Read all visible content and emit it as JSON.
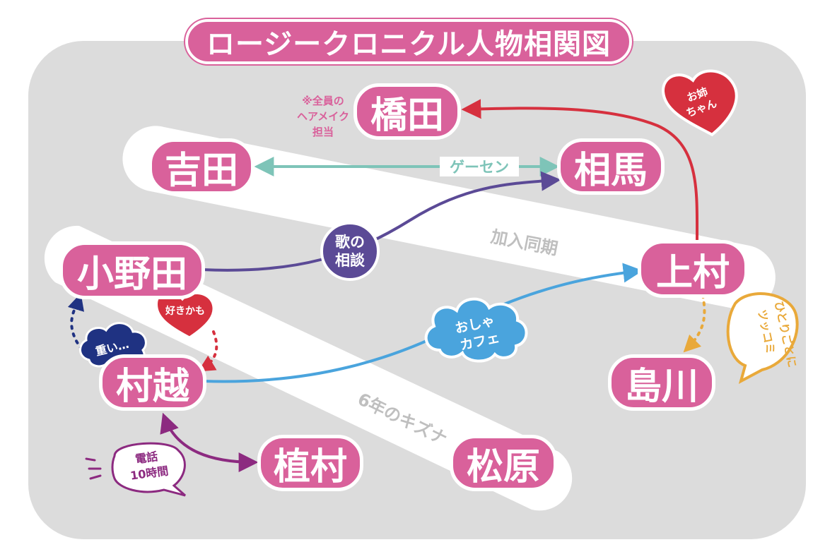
{
  "title": "ロージークロニクル人物相関図",
  "colors": {
    "pink": "#d9619b",
    "teal": "#7ec4b8",
    "purple": "#5b4a96",
    "red": "#d6303e",
    "blue": "#4aa4dd",
    "navy": "#1f3282",
    "violet": "#8c2a80",
    "orange": "#e9a93a",
    "gray": "#dcdcdc",
    "band_text": "#bfbfbf"
  },
  "members": {
    "hashida": "橋田",
    "yoshida": "吉田",
    "souma": "相馬",
    "onoda": "小野田",
    "kamimura": "上村",
    "murakoshi": "村越",
    "shimakawa": "島川",
    "uemura": "植村",
    "matsubara": "松原"
  },
  "notes": {
    "hashida_note_line1": "※全員の",
    "hashida_note_line2": "ヘアメイク",
    "hashida_note_line3": "担当"
  },
  "bands": {
    "kanyu_douki": "加入同期",
    "rokunen_kizuna": "6年のキズナ"
  },
  "relations": {
    "gesen": "ゲーセン",
    "uta_line1": "歌の",
    "uta_line2": "相談",
    "oshare_line1": "おしゃ",
    "oshare_line2": "カフェ",
    "onechan_line1": "お姉",
    "onechan_line2": "ちゃん",
    "sukikamo": "好きかも",
    "omoi": "重い…",
    "denwa_line1": "電話",
    "denwa_line2": "10時間",
    "hitorigoto_line1": "ひとりごとに",
    "hitorigoto_line2": "ツッコミ"
  }
}
